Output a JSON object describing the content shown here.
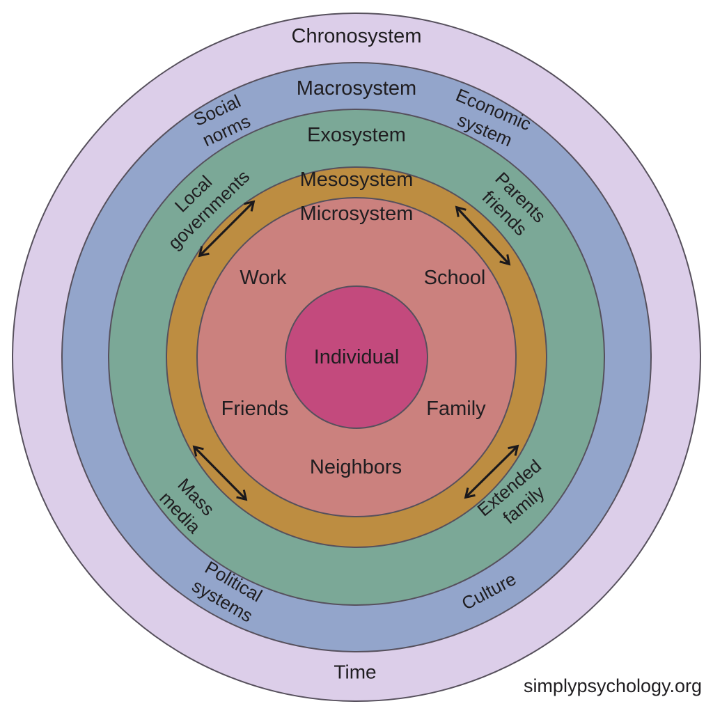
{
  "diagram": {
    "rings": [
      {
        "name": "Chronosystem",
        "color": "#dccee9"
      },
      {
        "name": "Macrosystem",
        "color": "#93a5cb"
      },
      {
        "name": "Exosystem",
        "color": "#7ba897"
      },
      {
        "name": "Mesosystem",
        "color": "#bd8d41"
      },
      {
        "name": "Microsystem",
        "color": "#cb817e"
      }
    ],
    "individual": {
      "label": "Individual",
      "color": "#c34a7d"
    },
    "microsystem_items": {
      "work": "Work",
      "school": "School",
      "friends": "Friends",
      "family": "Family",
      "neighbors": "Neighbors"
    },
    "annotations": {
      "social_norms": {
        "line1": "Social",
        "line2": "norms"
      },
      "economic_system": {
        "line1": "Economic",
        "line2": "system"
      },
      "local_governments": {
        "line1": "Local",
        "line2": "governments"
      },
      "parents_friends": {
        "line1": "Parents",
        "line2": "friends"
      },
      "mass_media": {
        "line1": "Mass",
        "line2": "media"
      },
      "extended_family": {
        "line1": "Extended",
        "line2": "family"
      },
      "political_systems": {
        "line1": "Political",
        "line2": "systems"
      },
      "culture": {
        "label": "Culture"
      },
      "time": {
        "label": "Time"
      }
    },
    "outline_color": "#56505c",
    "arrow_color": "#1b191c",
    "watermark": "simplypsychology.org"
  }
}
